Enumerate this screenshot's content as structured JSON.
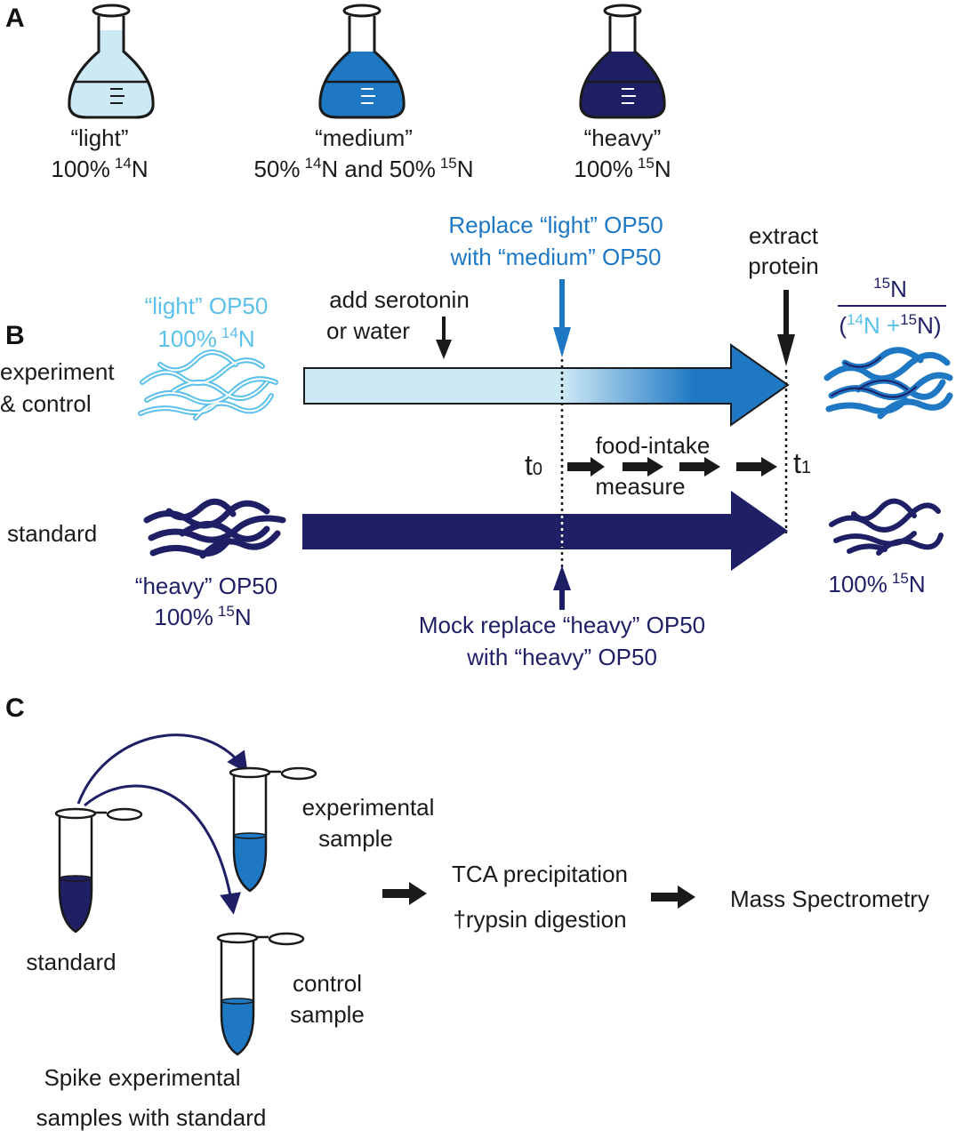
{
  "colors": {
    "light": "#5bc0ea",
    "light_fill": "#cde9f5",
    "medium": "#1e78c4",
    "heavy": "#1f1f66",
    "black": "#1a1a1a"
  },
  "panel_a": {
    "letter": "A",
    "flasks": [
      {
        "name": "“light”",
        "pct": "100%",
        "sup": "14",
        "isotope": "N"
      },
      {
        "name": "“medium”",
        "pct1": "50%",
        "sup1": "14",
        "iso1": "N and",
        "pct2": "50%",
        "sup2": "15",
        "iso2": "N"
      },
      {
        "name": "“heavy”",
        "pct": "100%",
        "sup": "15",
        "isotope": "N"
      }
    ]
  },
  "panel_b": {
    "letter": "B",
    "replace_line1": "Replace “light” OP50",
    "replace_line2": "with “medium” OP50",
    "extract_line1": "extract",
    "extract_line2": "protein",
    "ratio_num_sup": "15",
    "ratio_num_iso": "N",
    "ratio_den_open": "(",
    "ratio_den_sup1": "14",
    "ratio_den_iso1": "N +",
    "ratio_den_sup2": "15",
    "ratio_den_iso2": "N)",
    "light_op50": "“light” OP50",
    "light_pct": "100%",
    "light_sup": "14",
    "light_iso": "N",
    "add_line1": "add serotonin",
    "add_line2": "or water",
    "exp_line1": "experiment",
    "exp_line2": "& control",
    "t0_base": "t",
    "t0_sub": "0",
    "t1_base": "t",
    "t1_sub": "1",
    "food_line1": "food-intake",
    "food_line2": "measure",
    "standard": "standard",
    "heavy_op50": "“heavy” OP50",
    "heavy_pct": "100%",
    "heavy_sup": "15",
    "heavy_iso": "N",
    "right_pct": "100%",
    "right_sup": "15",
    "right_iso": "N",
    "mock_line1": "Mock replace “heavy” OP50",
    "mock_line2": "with “heavy” OP50"
  },
  "panel_c": {
    "letter": "C",
    "experimental_line1": "experimental",
    "experimental_line2": "sample",
    "standard": "standard",
    "control_line1": "control",
    "control_line2": "sample",
    "spike_line1": "Spike experimental",
    "spike_line2": "samples with standard",
    "tca_line1": "TCA precipitation",
    "tca_line2": "†rypsin digestion",
    "mass_spec": "Mass Spectrometry"
  }
}
